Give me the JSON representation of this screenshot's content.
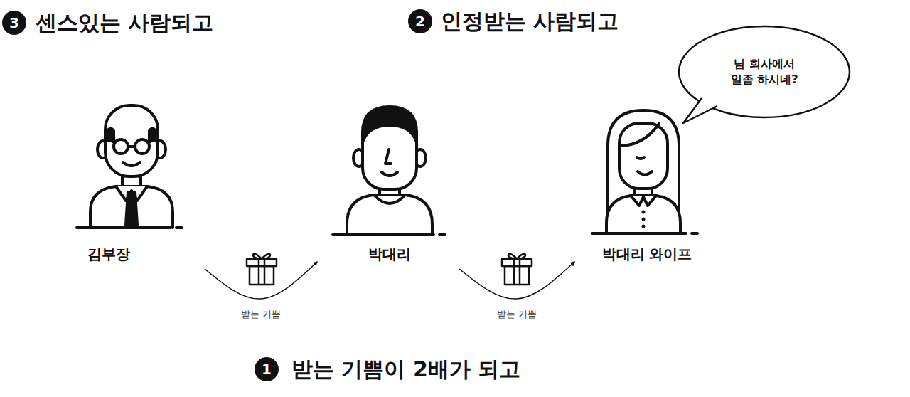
{
  "diagram": {
    "nodes": [
      {
        "text": [
          "3"
        ]
      },
      {
        "text": [
          "2"
        ]
      },
      {
        "text": [
          "님 회사에서 일좀 하시네?"
        ]
      },
      {
        "text": [
          "김부장"
        ]
      },
      {
        "text": [
          "박대리"
        ]
      },
      {
        "text": [
          "박대리 와이프"
        ]
      },
      {
        "text": [
          "1"
        ]
      }
    ],
    "edges": [
      {
        "from": 3,
        "to": 4,
        "label": "받는 기쁨",
        "arrow": "to"
      },
      {
        "from": 4,
        "to": 5,
        "label": "받는 기쁨",
        "arrow": "to"
      }
    ],
    "labels": [
      "센스있는 사람되고",
      "인정받는 사람되고",
      "받는 기쁨이 2배가 되고"
    ]
  }
}
